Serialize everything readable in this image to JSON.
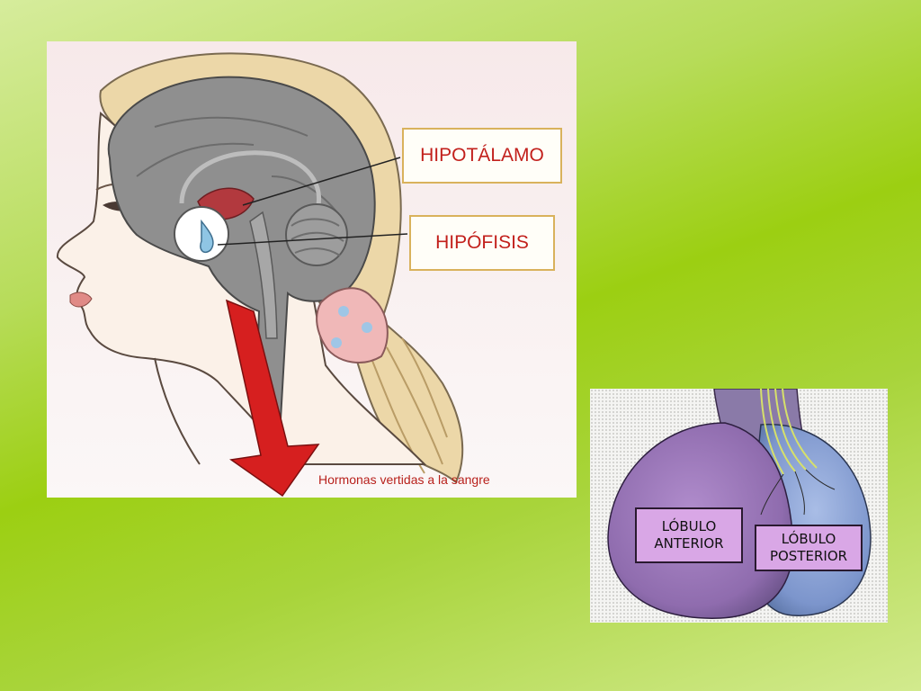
{
  "head_diagram": {
    "callouts": {
      "hypothalamus": "HIPOTÁLAMO",
      "pituitary": "HIPÓFISIS"
    },
    "arrow_caption": "Hormonas vertidas a la sangre",
    "colors": {
      "callout_text": "#c2201c",
      "callout_border": "#d9b25c",
      "arrow": "#d71e1e",
      "brain": "#8e8e8e",
      "hair": "#e9d3a4",
      "skin": "#fbf1e9"
    }
  },
  "pituitary_diagram": {
    "anterior_label": [
      "LÓBULO",
      "ANTERIOR"
    ],
    "posterior_label": [
      "LÓBULO",
      "POSTERIOR"
    ],
    "colors": {
      "anterior_lobe": "#9b78b8",
      "posterior_lobe": "#8fa6d8",
      "label_fill": "#d9a7e6"
    }
  }
}
